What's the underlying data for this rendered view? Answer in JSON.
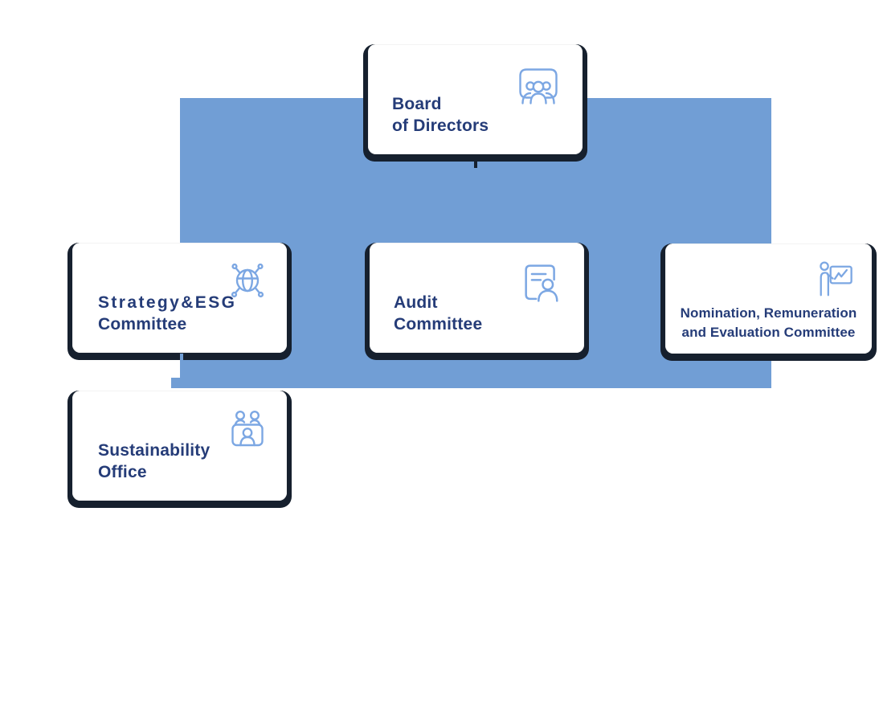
{
  "colors": {
    "connector_blue": "#719ED5",
    "card_shadow_navy": "#16202E",
    "title_navy": "#253C78",
    "icon_blue": "#7CA7E3",
    "card_bg": "#FFFFFF",
    "page_bg": "#FFFFFF"
  },
  "org_chart": {
    "type": "organization-diagram",
    "nodes": [
      {
        "id": "board-of-directors",
        "lines": [
          "Board",
          "of Directors"
        ],
        "icon": "people-group-icon",
        "reports_to": null
      },
      {
        "id": "strategy-esg-committee",
        "lines": [
          "Strategy&ESG",
          "Committee"
        ],
        "icon": "globe-network-icon",
        "reports_to": "board-of-directors"
      },
      {
        "id": "audit-committee",
        "lines": [
          "Audit",
          "Committee"
        ],
        "icon": "document-person-icon",
        "reports_to": "board-of-directors"
      },
      {
        "id": "nomination-remuneration-evaluation-committee",
        "lines": [
          "Nomination, Remuneration",
          "and Evaluation Committee"
        ],
        "icon": "presenter-chart-icon",
        "reports_to": "board-of-directors"
      },
      {
        "id": "sustainability-office",
        "lines": [
          "Sustainability",
          "Office"
        ],
        "icon": "meeting-desk-icon",
        "reports_to": "strategy-esg-committee"
      }
    ]
  }
}
